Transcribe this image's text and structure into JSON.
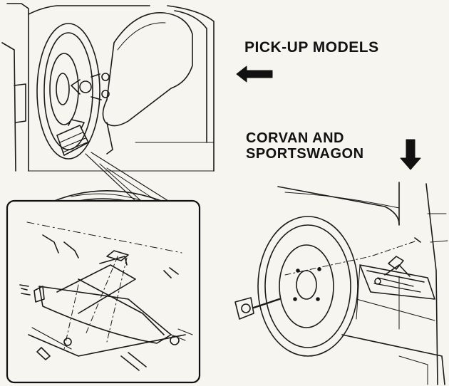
{
  "labels": {
    "pickup": "PICK-UP MODELS",
    "corvan_line1": "CORVAN AND",
    "corvan_line2": "SPORTSWAGON"
  },
  "colors": {
    "ink": "#1a1a1a",
    "paper": "#f6f5f0",
    "inset_border": "#111111"
  },
  "icons": {
    "pickup_arrow": "arrow-left-icon",
    "corvan_arrow": "arrow-down-icon"
  }
}
